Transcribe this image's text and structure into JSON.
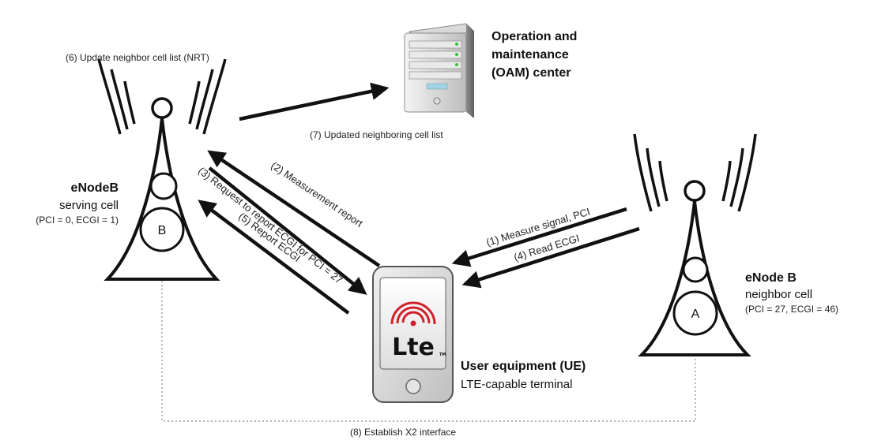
{
  "title": "",
  "oam": {
    "line1": "Operation and",
    "line2": "maintenance",
    "line3": "(OAM) center"
  },
  "serving_cell": {
    "name": "eNodeB",
    "role": "serving cell",
    "ids": "(PCI = 0, ECGI = 1)",
    "letter": "B"
  },
  "neighbor_cell": {
    "name": "eNode B",
    "role": "neighbor cell",
    "ids": "(PCI = 27, ECGI = 46)",
    "letter": "A"
  },
  "ue": {
    "name": "User equipment (UE)",
    "desc": "LTE-capable terminal",
    "logo_text": "Lte",
    "logo_tm": "TM"
  },
  "steps": {
    "s1": "(1) Measure signal, PCI",
    "s2": "(2) Measurement report",
    "s3": "(3) Request to report ECGI for PCI = 27",
    "s4": "(4) Read ECGI",
    "s5": "(5) Report ECGI",
    "s6": "(6) Update neighbor cell list (NRT)",
    "s7": "(7) Updated neighboring cell list",
    "s8": "(8) Establish X2 interface"
  },
  "colors": {
    "lte_red": "#d0202a",
    "arrow": "#111111",
    "x2_line": "#888888"
  }
}
